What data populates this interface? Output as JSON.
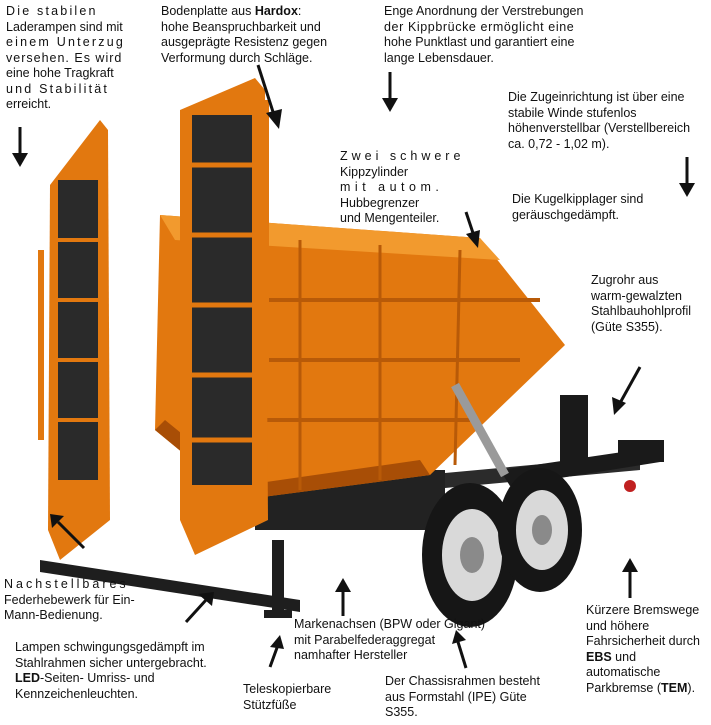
{
  "captions": {
    "ramps": [
      "Die stabilen",
      "Laderampen sind mit",
      "einem Unterzug",
      "versehen. Es wird",
      "eine hohe Tragkraft",
      "und Stabilität",
      "erreicht."
    ],
    "floor": {
      "line1_prefix": "Bodenplatte aus ",
      "line1_bold": "Hardox",
      "line1_suffix": ":",
      "line2": "hohe Beanspruchbarkeit und",
      "line3": "ausgeprägte Resistenz gegen",
      "line4": "Verformung durch Schläge."
    },
    "struts": [
      "Enge Anordnung der Verstrebungen",
      "der Kippbrücke ermöglicht eine",
      "hohe Punktlast und garantiert eine",
      "lange Lebensdauer."
    ],
    "hitch": [
      "Die Zugeinrichtung ist über eine",
      "stabile Winde stufenlos",
      "höhenverstellbar (Verstellbereich",
      "ca. 0,72 - 1,02 m)."
    ],
    "cylinders": [
      "Zwei schwere",
      "Kippzylinder",
      "mit autom.",
      "Hubbegrenzer",
      "und Mengenteiler."
    ],
    "bearings": [
      "Die Kugelkipplager sind",
      "geräuschgedämpft."
    ],
    "drawbar": [
      "Zugrohr aus",
      "warm-gewalzten",
      "Stahlbauhohlprofil",
      "(Güte S355)."
    ],
    "lift": [
      "Nachstellbares",
      "Federhebewerk für Ein-",
      "Mann-Bedienung."
    ],
    "lamps": {
      "line1": "Lampen schwingungsgedämpft im",
      "line2": "Stahlrahmen sicher untergebracht.",
      "line3_bold": "LED",
      "line3_rest": "-Seiten- Umriss- und",
      "line4": "Kennzeichenleuchten."
    },
    "axles": [
      "Markenachsen (BPW oder Gigant)",
      "mit Parabelfederaggregat",
      "namhafter Hersteller"
    ],
    "legs": [
      "Teleskopierbare",
      "Stützfüße"
    ],
    "chassis": [
      "Der Chassisrahmen besteht",
      "aus Formstahl (IPE) Güte",
      "S355."
    ],
    "brakes": {
      "line1": "Kürzere Bremswege",
      "line2": "und höhere",
      "line3": "Fahrsicherheit durch",
      "line4_bold": "EBS",
      "line4_rest": " und",
      "line5": "automatische",
      "line6_prefix": "Parkbremse (",
      "line6_bold": "TEM",
      "line6_suffix": ")."
    }
  },
  "colors": {
    "body": "#e2780f",
    "body_light": "#f29a2e",
    "body_dark": "#a84e06",
    "frame": "#1e1e1e",
    "grid": "#2a2a2a",
    "tire": "#161616",
    "rim": "#d9d9d9"
  },
  "icons": {
    "arrow": "arrow-icon",
    "trailer": "tipper-trailer-photo"
  }
}
